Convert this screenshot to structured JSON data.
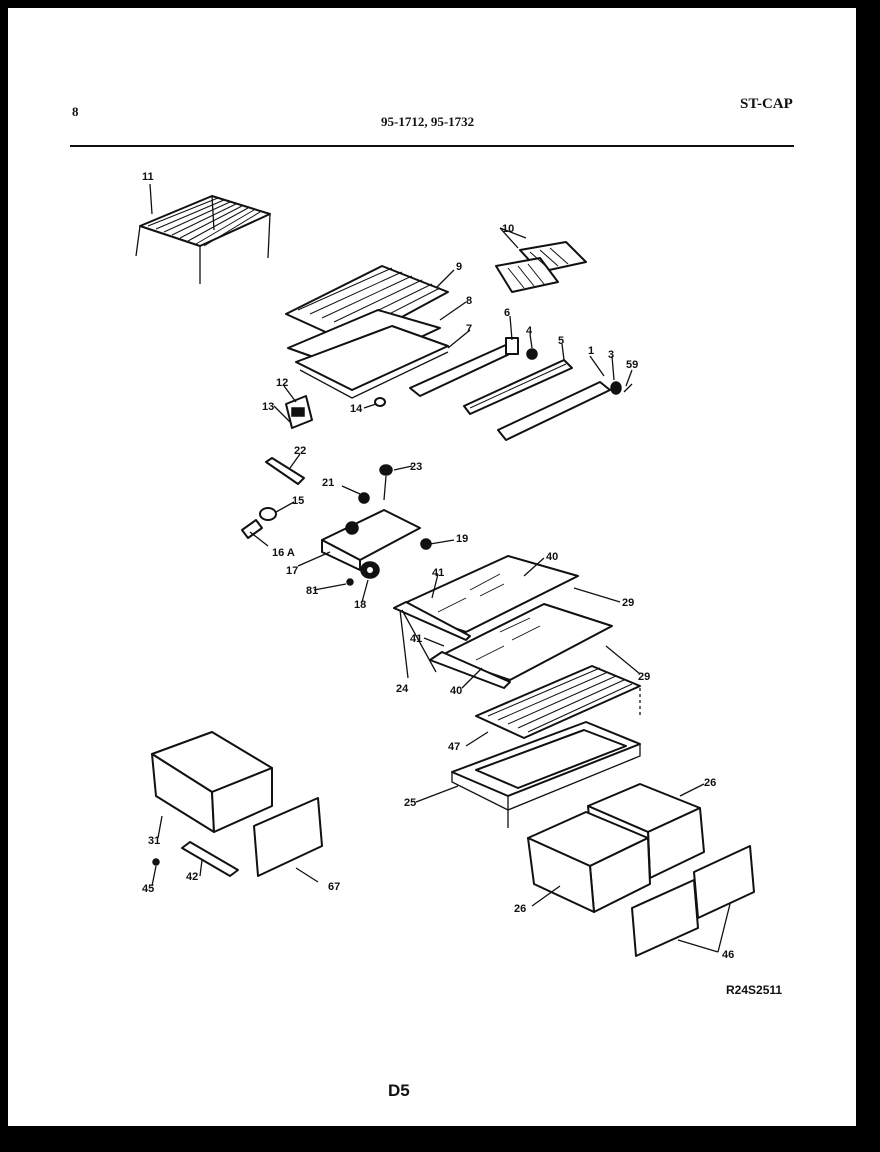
{
  "header": {
    "page_number": "8",
    "models": "95-1712, 95-1732",
    "catalog_code": "ST-CAP"
  },
  "footer": {
    "drawing_ref": "R24S2511",
    "page_code": "D5"
  },
  "callouts": [
    "11",
    "10",
    "9",
    "8",
    "7",
    "6",
    "4",
    "5",
    "1",
    "3",
    "59",
    "12",
    "13",
    "14",
    "22",
    "23",
    "15",
    "21",
    "16 A",
    "19",
    "17",
    "81",
    "18",
    "40",
    "41",
    "29",
    "41",
    "24",
    "40",
    "29",
    "47",
    "25",
    "26",
    "26",
    "31",
    "67",
    "42",
    "45",
    "46"
  ]
}
